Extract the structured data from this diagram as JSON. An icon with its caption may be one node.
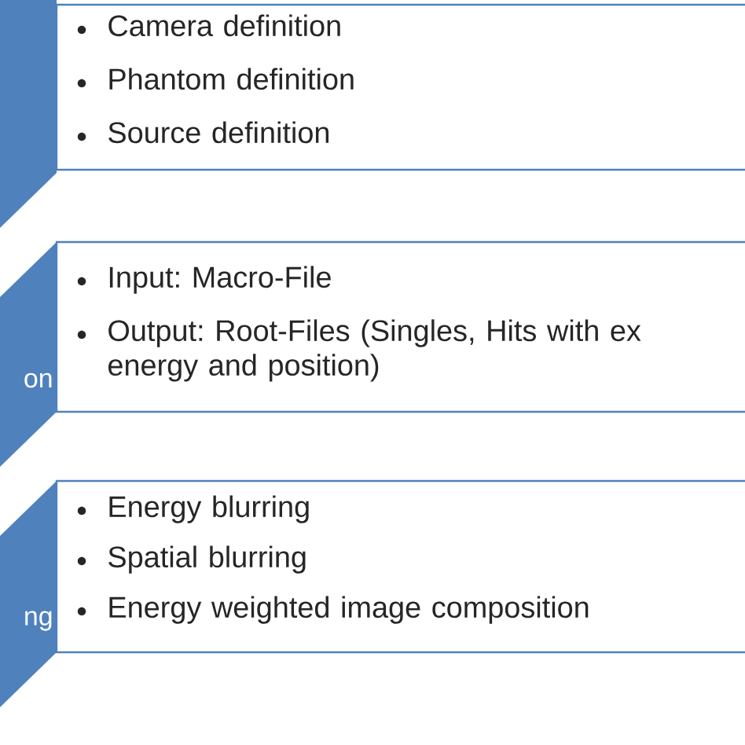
{
  "diagram": {
    "nodes": [
      {
        "text": [],
        "shape": "chevron"
      },
      {
        "text": [
          "Camera definition",
          "Phantom definition",
          "Source definition"
        ]
      },
      {
        "text": [
          "on"
        ]
      },
      {
        "text": [
          "Input: Macro-File",
          "Output: Root-Files (Singles, Hits with ex energy and position)"
        ]
      },
      {
        "text": [
          "ng"
        ]
      },
      {
        "text": [
          "Energy blurring",
          "Spatial blurring",
          "Energy weighted image composition"
        ]
      }
    ]
  }
}
